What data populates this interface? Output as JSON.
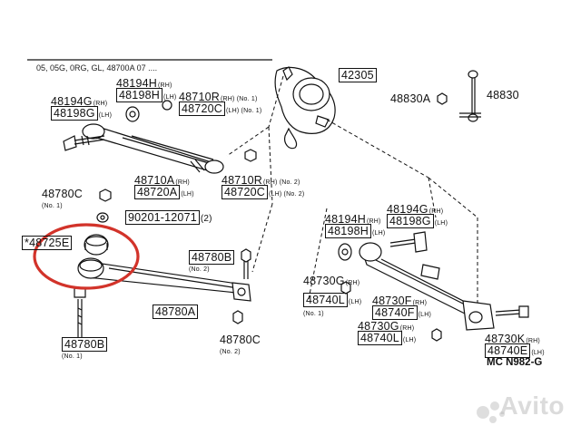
{
  "colors": {
    "line": "#111111",
    "highlight": "#d2332a",
    "watermark": "#c4c4c4"
  },
  "header_fragment": "05, 05G, 0RG, GL, 48700A 07 ....",
  "callouts": [
    {
      "id": "c1",
      "code": "48194G",
      "tag": "(RH)"
    },
    {
      "id": "c2",
      "code": "48198G",
      "tag": "(LH)",
      "boxed": true
    },
    {
      "id": "c3",
      "code": "48194H",
      "tag": "(RH)"
    },
    {
      "id": "c4",
      "code": "48198H",
      "tag": "(LH)",
      "boxed": true
    },
    {
      "id": "c5",
      "code": "48710R",
      "tag": "(RH) (No. 1)"
    },
    {
      "id": "c6",
      "code": "48720C",
      "tag": "(LH) (No. 1)",
      "boxed": true
    },
    {
      "id": "c7",
      "code": "42305",
      "tag": "",
      "boxed": true
    },
    {
      "id": "c8",
      "code": "48830A",
      "tag": ""
    },
    {
      "id": "c9",
      "code": "48830",
      "tag": ""
    },
    {
      "id": "c10",
      "code": "48710A",
      "tag": "(RH)"
    },
    {
      "id": "c11",
      "code": "48720A",
      "tag": "(LH)",
      "boxed": true
    },
    {
      "id": "c12",
      "code": "48710R",
      "tag": "(RH) (No. 2)"
    },
    {
      "id": "c13",
      "code": "48720C",
      "tag": "(LH) (No. 2)",
      "boxed": true
    },
    {
      "id": "c14",
      "code": "48780C",
      "tag": "",
      "note": "(No. 1)"
    },
    {
      "id": "c15",
      "code": "90201-12071",
      "tag": "(2)",
      "boxed": true
    },
    {
      "id": "c16",
      "code": "*48725E",
      "tag": "",
      "boxed": true
    },
    {
      "id": "c17",
      "code": "48780B",
      "tag": "",
      "note": "(No. 2)",
      "boxed": true
    },
    {
      "id": "c18",
      "code": "48780A",
      "tag": "",
      "boxed": true
    },
    {
      "id": "c19",
      "code": "48780B",
      "tag": "",
      "note": "(No. 1)",
      "boxed": true
    },
    {
      "id": "c20",
      "code": "48780C",
      "tag": "",
      "note": "(No. 2)"
    },
    {
      "id": "c21",
      "code": "48194H",
      "tag": "(RH)"
    },
    {
      "id": "c22",
      "code": "48198H",
      "tag": "(LH)",
      "boxed": true
    },
    {
      "id": "c23",
      "code": "48194G",
      "tag": "(RH)"
    },
    {
      "id": "c24",
      "code": "48198G",
      "tag": "(LH)",
      "boxed": true
    },
    {
      "id": "c25",
      "code": "48730G",
      "tag": "(RH)"
    },
    {
      "id": "c26",
      "code": "48740L",
      "tag": "(LH)",
      "note": "(No. 1)",
      "boxed": true
    },
    {
      "id": "c27",
      "code": "48730F",
      "tag": "(RH)"
    },
    {
      "id": "c28",
      "code": "48740F",
      "tag": "(LH)",
      "boxed": true
    },
    {
      "id": "c29",
      "code": "48730G",
      "tag": "(RH)"
    },
    {
      "id": "c30",
      "code": "48740L",
      "tag": "(LH)",
      "boxed": true
    },
    {
      "id": "c31",
      "code": "48730K",
      "tag": "(RH)"
    },
    {
      "id": "c32",
      "code": "48740E",
      "tag": "(LH)",
      "boxed": true
    }
  ],
  "catalog_code": "MC N982-G",
  "watermark": "Avito"
}
